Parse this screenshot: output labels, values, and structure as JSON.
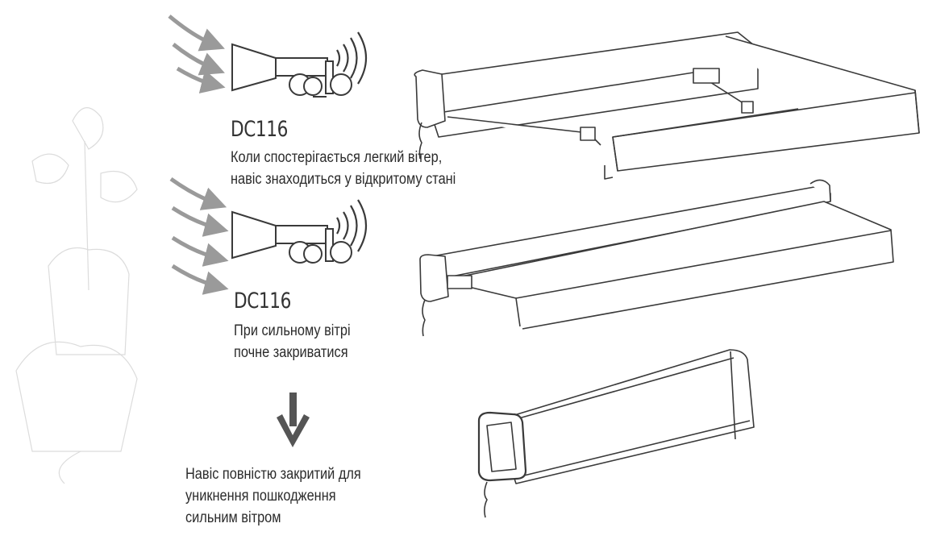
{
  "stage1": {
    "model": "DC116",
    "line1": "Коли спостерігається легкий вітер,",
    "line2": "навіс знаходиться у відкритому стані"
  },
  "stage2": {
    "model": "DC116",
    "line1": "При сильному вітрі",
    "line2": "почне закриватися"
  },
  "stage3": {
    "line1": "Навіс повністю закритий для",
    "line2": "уникнення пошкодження",
    "line3": "сильним вітром"
  },
  "colors": {
    "line": "#3a3a3a",
    "wind_arrow": "#9a9a9a",
    "down_arrow": "#555555",
    "watermark": "#dcdcdc"
  }
}
